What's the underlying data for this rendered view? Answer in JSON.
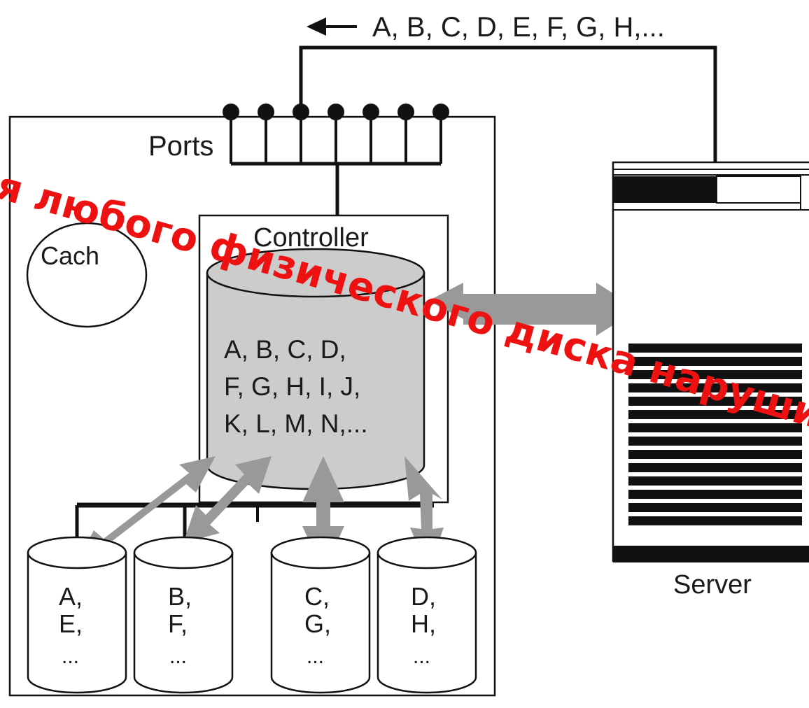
{
  "top_sequence": "A, B, C, D, E, F, G, H,...",
  "ports_label": "Ports",
  "controller_label": "Controller",
  "cache_label": "Cach",
  "virtual_disk": {
    "line1": "A, B, C, D,",
    "line2": "F, G, H, I, J,",
    "line3": "K, L, M, N,..."
  },
  "disks": [
    {
      "line1": "A,",
      "line2": "E,",
      "line3": "..."
    },
    {
      "line1": "B,",
      "line2": "F,",
      "line3": "..."
    },
    {
      "line1": "C,",
      "line2": "G,",
      "line3": "..."
    },
    {
      "line1": "D,",
      "line2": "H,",
      "line3": "..."
    }
  ],
  "server_label": "Server",
  "overlay_text": "я любого физического диска нарушит",
  "colors": {
    "line": "#111111",
    "arrow_gray": "#999999",
    "disk_fill": "#cccccc",
    "overlay": "#ee1111"
  }
}
